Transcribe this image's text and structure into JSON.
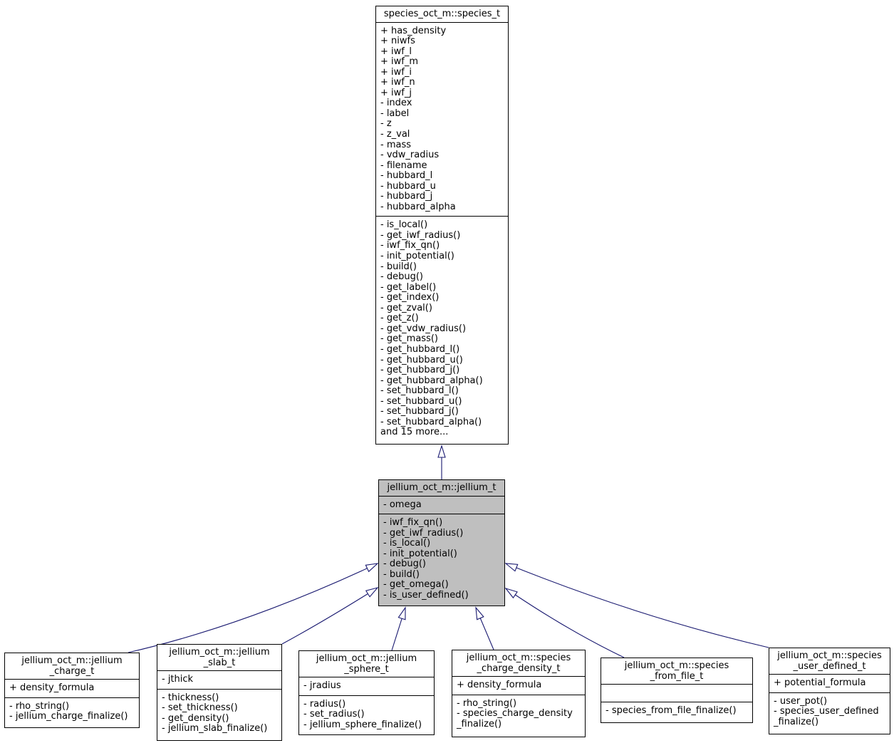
{
  "diagram": {
    "type": "uml-class-inheritance",
    "colors": {
      "background": "#ffffff",
      "node_fill": "#ffffff",
      "highlight_node_fill": "#bfbfbf",
      "node_border": "#000000",
      "edge_color": "#191970",
      "text_color": "#000000"
    },
    "nodes": [
      {
        "id": "species_t",
        "title_lines": [
          "species_oct_m::species_t"
        ],
        "attributes": [
          "+ has_density",
          "+ niwfs",
          "+ iwf_l",
          "+ iwf_m",
          "+ iwf_i",
          "+ iwf_n",
          "+ iwf_j",
          "- index",
          "- label",
          "- z",
          "- z_val",
          "- mass",
          "- vdw_radius",
          "- filename",
          "- hubbard_l",
          "- hubbard_u",
          "- hubbard_j",
          "- hubbard_alpha"
        ],
        "methods": [
          "- is_local()",
          "- get_iwf_radius()",
          "- iwf_fix_qn()",
          "- init_potential()",
          "- build()",
          "- debug()",
          "- get_label()",
          "- get_index()",
          "- get_zval()",
          "- get_z()",
          "- get_vdw_radius()",
          "- get_mass()",
          "- get_hubbard_l()",
          "- get_hubbard_u()",
          "- get_hubbard_j()",
          "- get_hubbard_alpha()",
          "- set_hubbard_l()",
          "- set_hubbard_u()",
          "- set_hubbard_j()",
          "- set_hubbard_alpha()",
          "and 15 more..."
        ]
      },
      {
        "id": "jellium_t",
        "title_lines": [
          "jellium_oct_m::jellium_t"
        ],
        "attributes": [
          "- omega"
        ],
        "methods": [
          "- iwf_fix_qn()",
          "- get_iwf_radius()",
          "- is_local()",
          "- init_potential()",
          "- debug()",
          "- build()",
          "- get_omega()",
          "- is_user_defined()"
        ]
      },
      {
        "id": "jellium_charge_t",
        "title_lines": [
          "jellium_oct_m::jellium",
          "_charge_t"
        ],
        "attributes": [
          "+ density_formula"
        ],
        "methods": [
          "- rho_string()",
          "- jellium_charge_finalize()"
        ]
      },
      {
        "id": "jellium_slab_t",
        "title_lines": [
          "jellium_oct_m::jellium",
          "_slab_t"
        ],
        "attributes": [
          "- jthick"
        ],
        "methods": [
          "- thickness()",
          "- set_thickness()",
          "- get_density()",
          "- jellium_slab_finalize()"
        ]
      },
      {
        "id": "jellium_sphere_t",
        "title_lines": [
          "jellium_oct_m::jellium",
          "_sphere_t"
        ],
        "attributes": [
          "- jradius"
        ],
        "methods": [
          "- radius()",
          "- set_radius()",
          "- jellium_sphere_finalize()"
        ]
      },
      {
        "id": "species_charge_density_t",
        "title_lines": [
          "jellium_oct_m::species",
          "_charge_density_t"
        ],
        "attributes": [
          "+ density_formula"
        ],
        "methods": [
          "- rho_string()",
          "- species_charge_density",
          "_finalize()"
        ]
      },
      {
        "id": "species_from_file_t",
        "title_lines": [
          "jellium_oct_m::species",
          "_from_file_t"
        ],
        "attributes": [],
        "methods": [
          "- species_from_file_finalize()"
        ]
      },
      {
        "id": "species_user_defined_t",
        "title_lines": [
          "jellium_oct_m::species",
          "_user_defined_t"
        ],
        "attributes": [
          "+ potential_formula"
        ],
        "methods": [
          "- user_pot()",
          "- species_user_defined",
          "_finalize()"
        ]
      }
    ],
    "edges": [
      {
        "child": "jellium_oct_m::jellium_t",
        "parent": "species_oct_m::species_t"
      },
      {
        "child": "jellium_oct_m::jellium_charge_t",
        "parent": "jellium_oct_m::jellium_t"
      },
      {
        "child": "jellium_oct_m::jellium_slab_t",
        "parent": "jellium_oct_m::jellium_t"
      },
      {
        "child": "jellium_oct_m::jellium_sphere_t",
        "parent": "jellium_oct_m::jellium_t"
      },
      {
        "child": "jellium_oct_m::species_charge_density_t",
        "parent": "jellium_oct_m::jellium_t"
      },
      {
        "child": "jellium_oct_m::species_from_file_t",
        "parent": "jellium_oct_m::jellium_t"
      },
      {
        "child": "jellium_oct_m::species_user_defined_t",
        "parent": "jellium_oct_m::jellium_t"
      }
    ]
  }
}
